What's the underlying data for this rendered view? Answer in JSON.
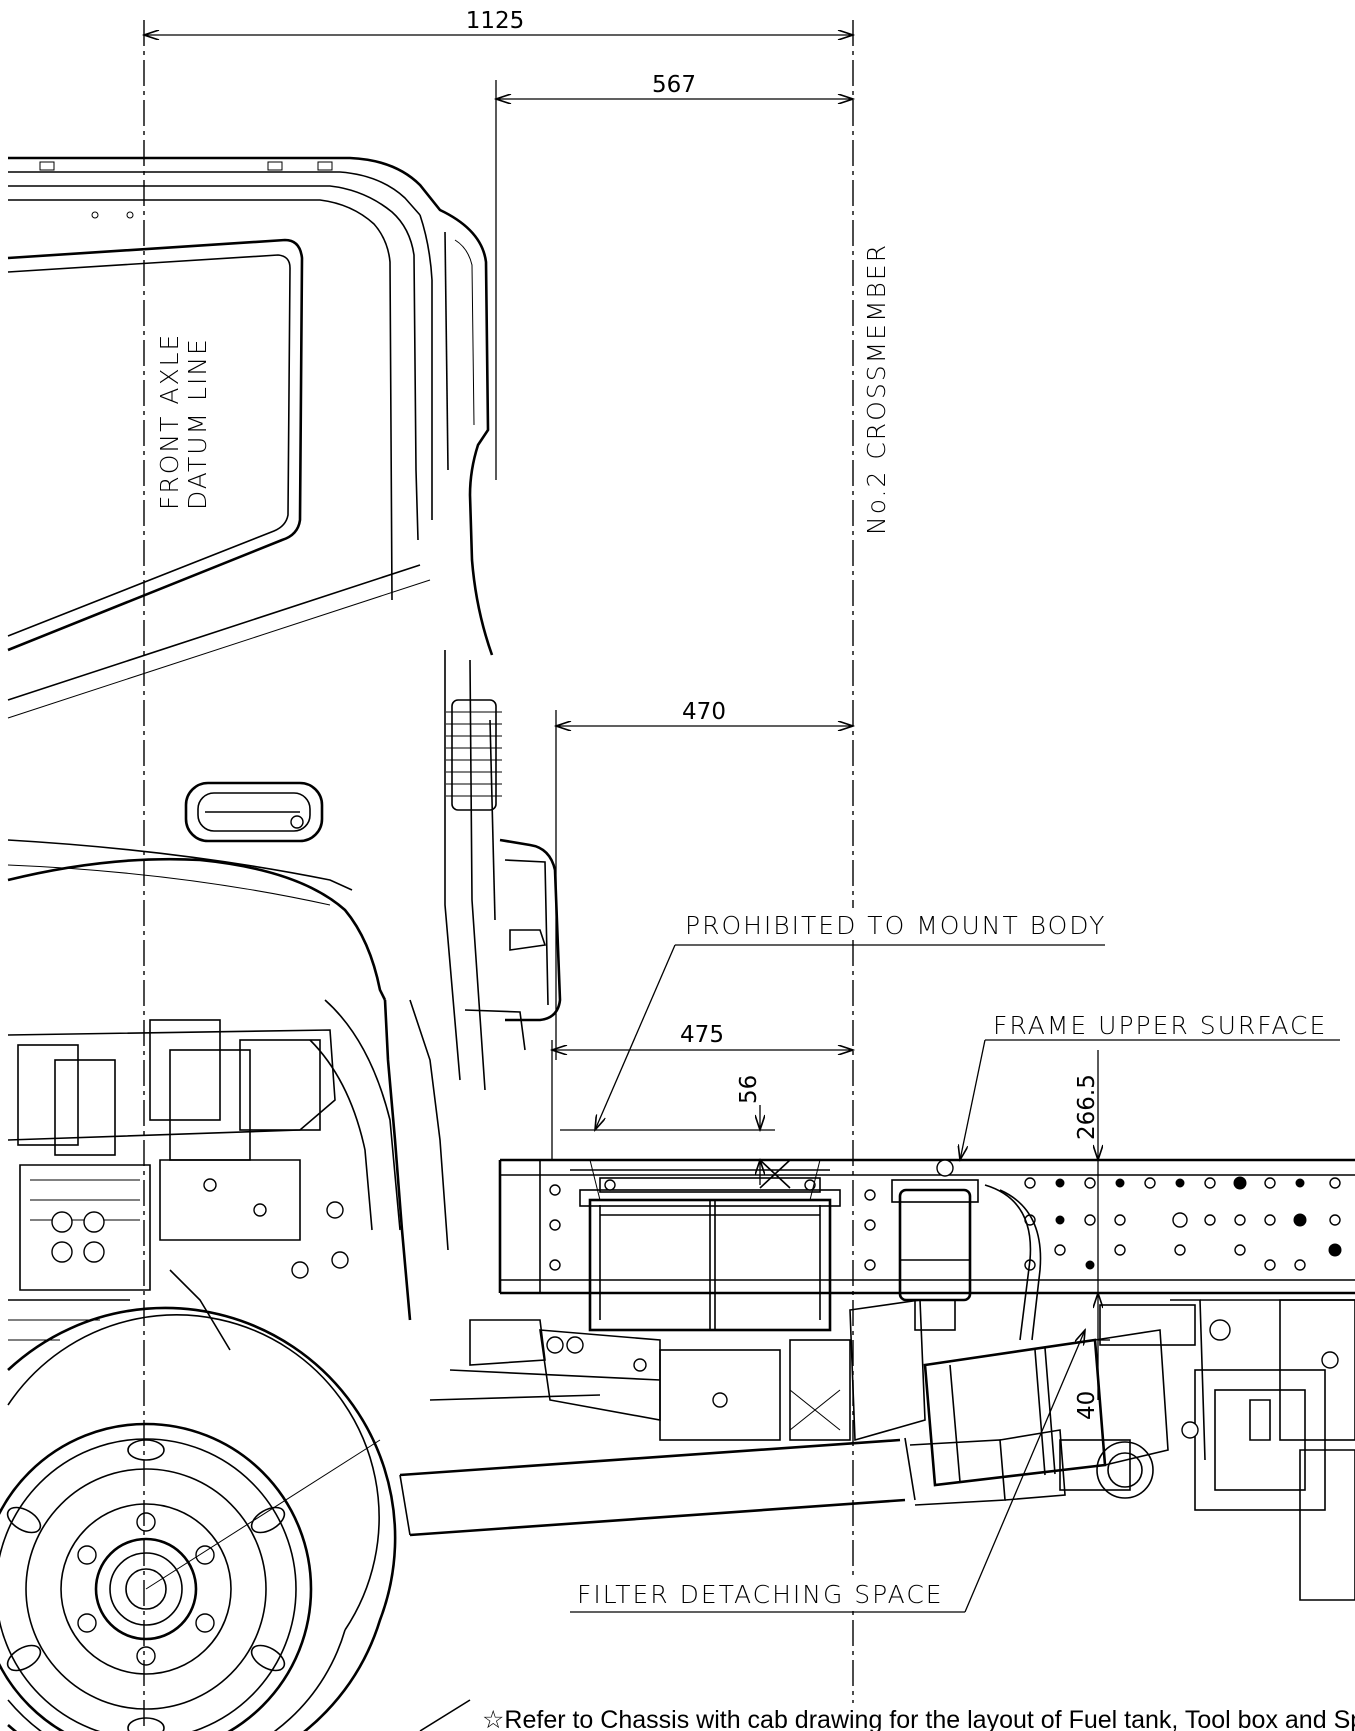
{
  "dimensions": {
    "overall": "1125",
    "cab_rear": "567",
    "clearance_upper": "470",
    "clearance_lower": "475",
    "vertical_small": "56",
    "frame_height": "266.5",
    "filter_gap": "40"
  },
  "labels": {
    "front_axle_line1": "FRONT AXLE",
    "front_axle_line2": "DATUM LINE",
    "crossmember": "No.2 CROSSMEMBER",
    "prohibited": "PROHIBITED TO MOUNT BODY",
    "frame_surface": "FRAME UPPER SURFACE",
    "filter_space": "FILTER DETACHING SPACE"
  },
  "note": "☆Refer to Chassis with cab drawing for the layout of Fuel tank, Tool box and Spare tire"
}
